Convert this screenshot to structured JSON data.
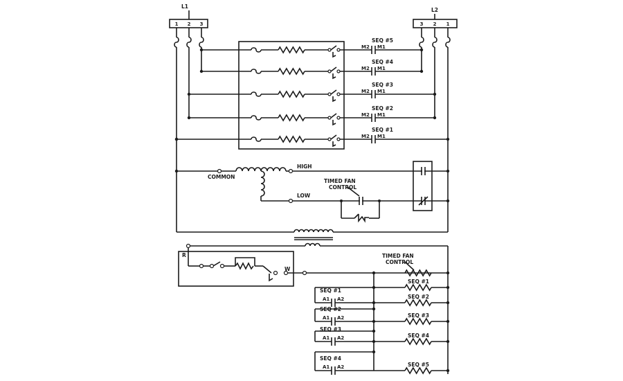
{
  "supply": {
    "l1": {
      "label": "L1",
      "terminals": [
        "1",
        "2",
        "3"
      ]
    },
    "l2": {
      "label": "L2",
      "terminals": [
        "3",
        "2",
        "1"
      ]
    }
  },
  "heaters": [
    {
      "seq": "SEQ #5",
      "left": "M2",
      "right": "M1"
    },
    {
      "seq": "SEQ #4",
      "left": "M2",
      "right": "M1"
    },
    {
      "seq": "SEQ #3",
      "left": "M2",
      "right": "M1"
    },
    {
      "seq": "SEQ #2",
      "left": "M2",
      "right": "M1"
    },
    {
      "seq": "SEQ #1",
      "left": "M2",
      "right": "M1"
    }
  ],
  "fan": {
    "common": "COMMON",
    "high": "HIGH",
    "low": "LOW",
    "timed_control_line1": "TIMED FAN",
    "timed_control_line2": "CONTROL"
  },
  "thermostat": {
    "r": "R",
    "w": "W"
  },
  "control": {
    "timed_control_line1": "TIMED FAN",
    "timed_control_line2": "CONTROL",
    "coils": [
      "SEQ #1",
      "SEQ #2",
      "SEQ #3",
      "SEQ #4",
      "SEQ #5"
    ],
    "contacts": [
      {
        "seq": "SEQ #1",
        "left": "A1",
        "right": "A2"
      },
      {
        "seq": "SEQ #2",
        "left": "A1",
        "right": "A2"
      },
      {
        "seq": "SEQ #3",
        "left": "A1",
        "right": "A2"
      },
      {
        "seq": "SEQ #4",
        "left": "A1",
        "right": "A2"
      }
    ]
  }
}
